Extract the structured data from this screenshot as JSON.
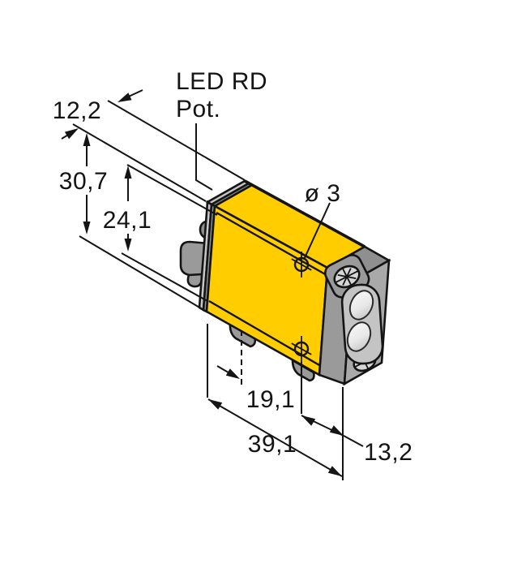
{
  "drawing": {
    "type": "technical-dimension-drawing",
    "subject": "miniature photoelectric sensor, isometric outline view",
    "callouts": {
      "led_label": "LED RD",
      "pot_label": "Pot.",
      "hole_diameter": "ø 3"
    },
    "dimensions_mm": {
      "depth": "12,2",
      "overall_height": "30,7",
      "housing_height": "24,1",
      "hole_to_slot": "19,1",
      "overall_length": "39,1",
      "sensing_head_length": "13,2"
    },
    "colors": {
      "housing_yellow": "#ffcd00",
      "line_black": "#141414",
      "metal_light": "#c6c6c6",
      "metal_mid": "#a9a9a9",
      "metal_dark": "#8f8f8f",
      "lens_highlight": "#fafafa",
      "background": "#ffffff"
    }
  }
}
